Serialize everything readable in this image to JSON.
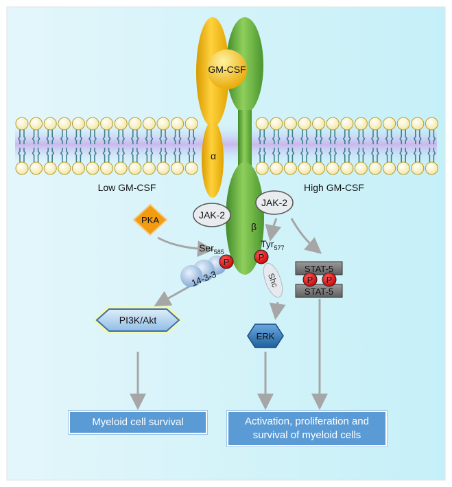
{
  "receptor": {
    "ligand": "GM-CSF",
    "alpha_label": "α",
    "beta_label": "β"
  },
  "regions": {
    "left": "Low GM-CSF",
    "right": "High GM-CSF"
  },
  "kinases": {
    "jak_left": "JAK-2",
    "jak_right": "JAK-2",
    "pka": "PKA"
  },
  "sites": {
    "ser": "Ser",
    "ser_sub": "585",
    "tyr": "Tyr",
    "tyr_sub": "577",
    "phospho": "P"
  },
  "adaptors": {
    "protein1433": "14-3-3",
    "shc": "Shc",
    "stat_top": "STAT-5",
    "stat_bottom": "STAT-5"
  },
  "effectors": {
    "pi3k": "PI3K/Akt",
    "erk": "ERK"
  },
  "outcomes": {
    "survival": "Myeloid cell survival",
    "activation": "Activation, proliferation and survival of myeloid cells"
  },
  "colors": {
    "background_left": "#e3f6fb",
    "background_right": "#c9f1f8",
    "alpha_chain": "#f2b316",
    "beta_chain": "#6ab04c",
    "phospho": "#e00000",
    "arrow": "#a6a6a6",
    "box": "#5b9bd5",
    "lipid_head": "#fff7c2",
    "membrane_core": "#d6c8f0"
  }
}
